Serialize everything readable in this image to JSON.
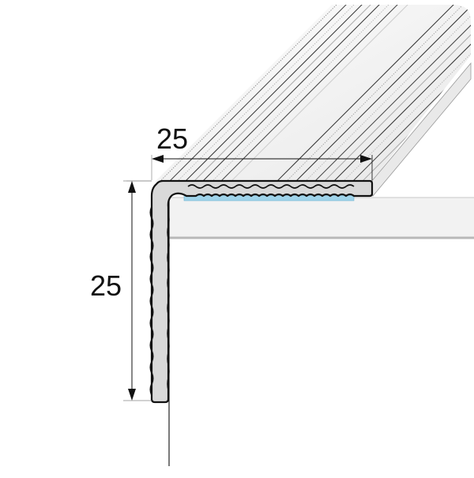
{
  "diagram": {
    "subject": "L-shaped aluminium stair nosing profile with ribbed tread surface",
    "dimensions": {
      "horizontal": {
        "value": "25",
        "label": "25"
      },
      "vertical": {
        "value": "25",
        "label": "25"
      }
    },
    "colors": {
      "profile_fill": "#d9d9d9",
      "profile_outline": "#111111",
      "adhesive_tape": "#9fd3ea",
      "step_surface": "#f2f2f2",
      "step_edge": "#b8b8b8",
      "rib_dark": "#333333",
      "rib_light": "#bdbdbd",
      "dimension_line": "#111111",
      "background": "#ffffff"
    }
  }
}
